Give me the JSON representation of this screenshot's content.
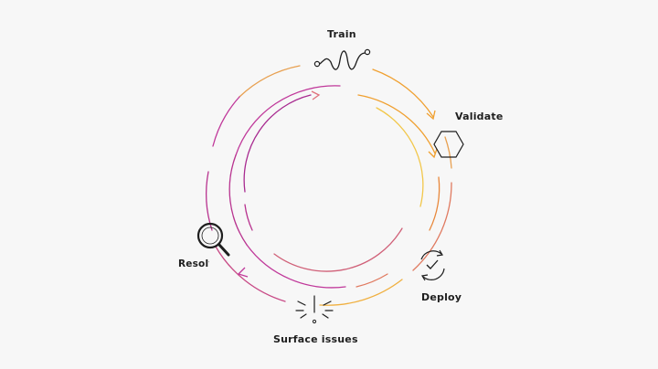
{
  "diagram": {
    "stages": [
      {
        "id": "train",
        "label": "Train",
        "icon": "wave-icon"
      },
      {
        "id": "validate",
        "label": "Validate",
        "icon": "hexagon-icon"
      },
      {
        "id": "deploy",
        "label": "Deploy",
        "icon": "refresh-check-icon"
      },
      {
        "id": "surface",
        "label": "Surface issues",
        "icon": "alert-burst-icon"
      },
      {
        "id": "resolve",
        "label": "Resolve",
        "icon": "magnifier-icon"
      }
    ],
    "colors": {
      "background": "#f7f7f7",
      "ink": "#1e1e1e",
      "magenta": "#b0308a",
      "orange": "#f0a030",
      "yellow": "#f2c74a"
    }
  }
}
